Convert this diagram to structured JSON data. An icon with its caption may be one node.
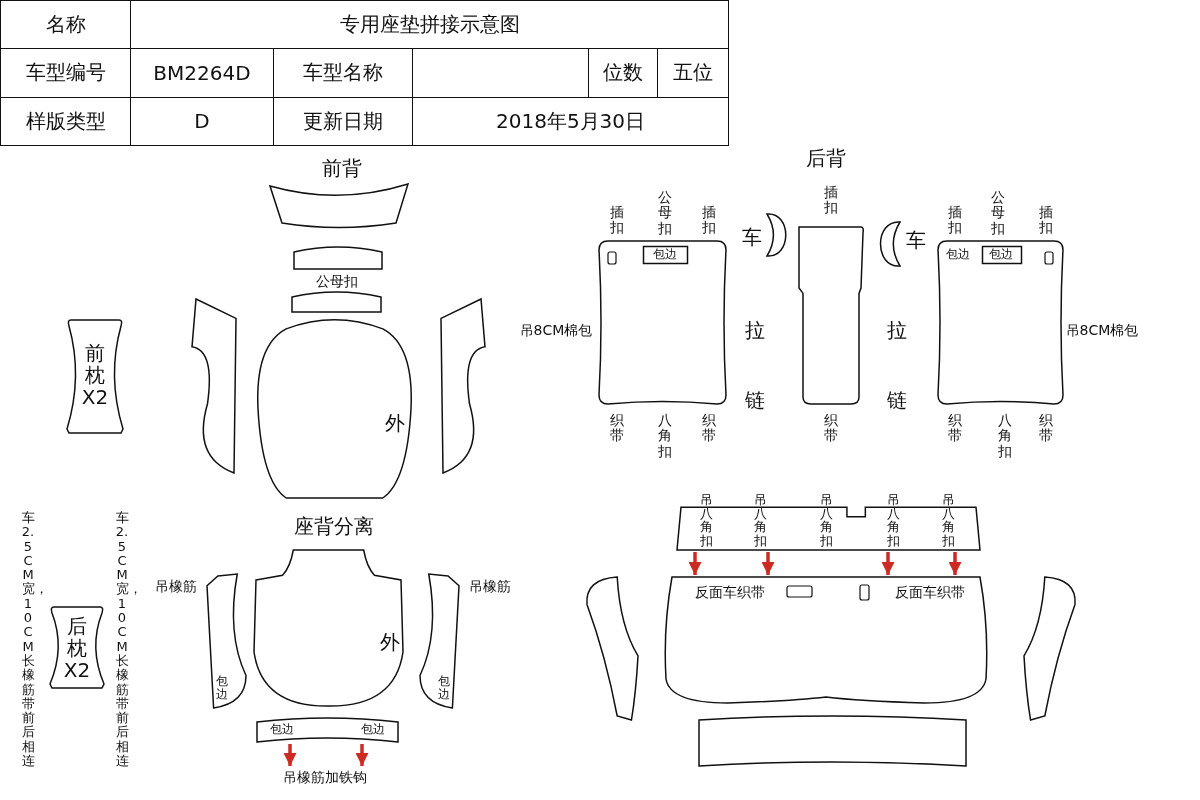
{
  "diagram": {
    "nodes": [
      {
        "text": [],
        "shape": "box"
      },
      {
        "text": [],
        "shape": "box"
      },
      {
        "text": [],
        "shape": "box"
      },
      {
        "text": [],
        "shape": "box"
      },
      {
        "text": [
          "外"
        ]
      },
      {
        "text": [],
        "shape": "box"
      },
      {
        "text": [
          "前枕X2"
        ]
      },
      {
        "text": [
          "后枕X2"
        ]
      },
      {
        "text": [
          "外"
        ]
      },
      {
        "text": [
          "包边"
        ],
        "beside": [
          "吊橡筋"
        ]
      },
      {
        "text": [
          "包边"
        ],
        "beside": [
          "吊橡筋"
        ]
      },
      {
        "text": [
          "包边",
          "包边"
        ]
      },
      {
        "text": [
          "吊橡筋加铁钩"
        ]
      },
      {
        "text": [],
        "shape": "box",
        "beside": [
          "插扣",
          "公母扣",
          "插扣",
          "吊8CM棉包",
          "织带",
          "八角扣",
          "织带"
        ]
      },
      {
        "text": [
          "包边"
        ],
        "in": 13
      },
      {
        "text": [],
        "shape": "crescent",
        "beside": [
          "车"
        ]
      },
      {
        "text": [],
        "shape": "box",
        "beside": [
          "插扣",
          "织带"
        ]
      },
      {
        "text": [],
        "shape": "crescent",
        "beside": [
          "车"
        ]
      },
      {
        "text": [],
        "shape": "box",
        "beside": [
          "插扣",
          "公母扣",
          "插扣",
          "包边",
          "吊8CM棉包",
          "织带",
          "八角扣",
          "织带"
        ]
      },
      {
        "text": [
          "包边"
        ],
        "in": 18
      },
      {
        "text": [
          "吊八角扣",
          "吊八角扣",
          "吊八角扣",
          "吊八角扣",
          "吊八角扣"
        ]
      },
      {
        "text": [
          "反面车织带",
          "反面车织带"
        ]
      },
      {
        "text": [],
        "shape": "box"
      },
      {
        "text": [],
        "shape": "box"
      },
      {
        "text": [],
        "shape": "box"
      }
    ],
    "edges": [
      {
        "from": 20,
        "to": 21,
        "arrow": "to",
        "color": "#cc2b24"
      },
      {
        "from": 20,
        "to": 21,
        "arrow": "to",
        "color": "#cc2b24"
      },
      {
        "from": 20,
        "to": 21,
        "arrow": "to",
        "color": "#cc2b24"
      },
      {
        "from": 20,
        "to": 21,
        "arrow": "to",
        "color": "#cc2b24"
      },
      {
        "from": 11,
        "to": 12,
        "arrow": "to",
        "color": "#cc2b24"
      },
      {
        "from": 11,
        "to": 12,
        "arrow": "to",
        "color": "#cc2b24"
      }
    ],
    "labels": [
      "名称",
      "专用座垫拼接示意图",
      "车型编号",
      "BM2264D",
      "车型名称",
      "位数",
      "五位",
      "样版类型",
      "D",
      "更新日期",
      "2018年5月30日",
      "前背",
      "公母扣",
      "座背分离",
      "车2.5CM宽，10CM长橡筋带前后相连",
      "车2.5CM宽，10CM长橡筋带前后相连",
      "后背",
      "拉",
      "链",
      "拉",
      "链"
    ]
  }
}
